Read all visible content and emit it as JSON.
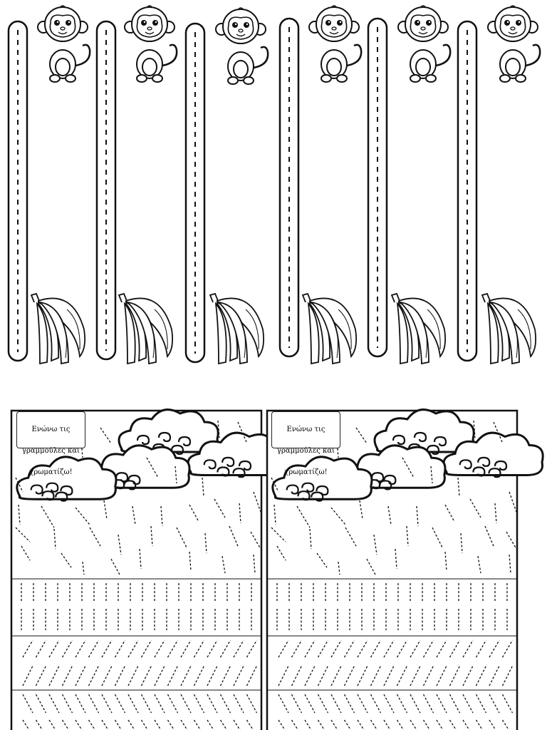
{
  "worksheet": {
    "top_strips": {
      "count": 6,
      "top_icon": "monkey-icon",
      "bottom_icon": "banana-icon"
    },
    "panels": [
      {
        "instruction_lines": [
          "Ενώνω τις",
          "γραμμούλες και",
          "χρωματίζω!"
        ],
        "cloud_icon": "cloud-icon",
        "rows": [
          "rain-lines",
          "vertical-lines",
          "slanted-forward-lines",
          "slanted-back-lines"
        ]
      },
      {
        "instruction_lines": [
          "Ενώνω τις",
          "γραμμούλες και",
          "χρωματίζω!"
        ],
        "cloud_icon": "cloud-icon",
        "rows": [
          "rain-lines",
          "vertical-lines",
          "slanted-forward-lines",
          "slanted-back-lines"
        ]
      }
    ],
    "colors": {
      "ink": "#111111",
      "paper": "#ffffff"
    }
  }
}
